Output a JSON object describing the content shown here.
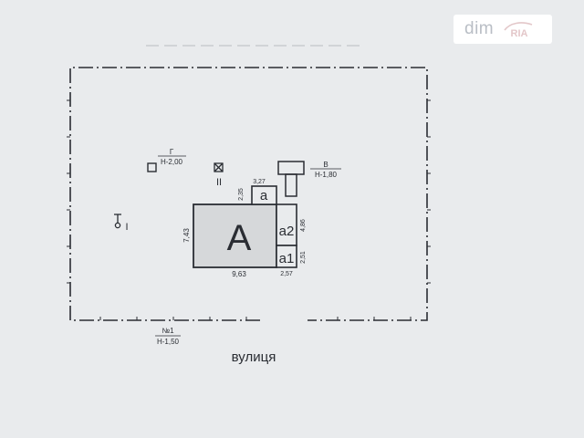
{
  "watermark": {
    "dim": "dim",
    "ria": "RIA"
  },
  "main_building": {
    "label": "A",
    "width_dim": "9,63",
    "height_dim": "7,43"
  },
  "annex_a": {
    "label": "a",
    "width_dim": "3,27",
    "height_dim": "2,35"
  },
  "annex_a2": {
    "label": "a2",
    "height_dim": "4,86"
  },
  "annex_a1": {
    "label": "a1",
    "width_dim": "2,57",
    "height_dim": "2,51"
  },
  "structure_v": {
    "label": "В",
    "height": "Н-1,80"
  },
  "structure_g": {
    "label": "Г",
    "height": "Н-2,00"
  },
  "well_i": {
    "label": "I"
  },
  "toilet_ii": {
    "label": "II"
  },
  "fence_n1": {
    "label": "№1",
    "height": "Н-1,50"
  },
  "street_label": "вулиця",
  "colors": {
    "line": "#2a2d33",
    "building_fill": "#d6d8da",
    "background": "#e9ebed"
  }
}
